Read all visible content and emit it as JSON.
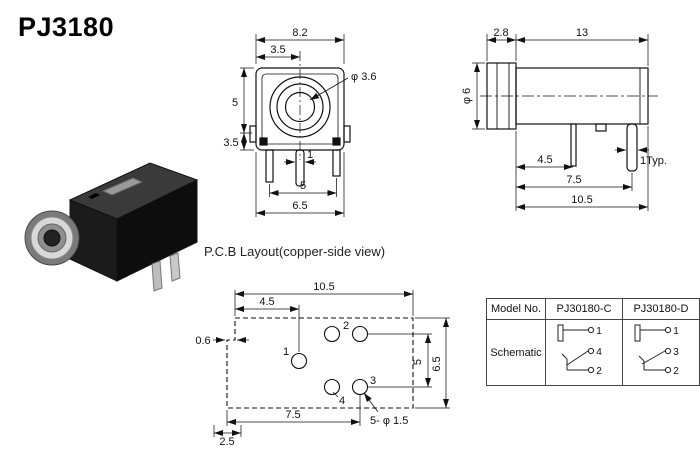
{
  "title": "PJ3180",
  "pcb_caption": "P.C.B Layout(copper-side view)",
  "front_view": {
    "dim_top_width": "8.2",
    "dim_top_half": "3.5",
    "dim_hole_dia": "φ 3.6",
    "dim_left_upper": "5",
    "dim_left_lower": "3.5",
    "dim_pin_width": "1",
    "dim_pin_span": "5",
    "dim_total_width": "6.5"
  },
  "side_view": {
    "dim_cap": "2.8",
    "dim_body_len": "13",
    "dim_dia": "φ 6",
    "dim_pin1": "4.5",
    "dim_pin2": "7.5",
    "dim_pin3": "10.5",
    "dim_pin_typ": "1Typ."
  },
  "pcb_layout": {
    "dim_top_width": "10.5",
    "dim_hole1_x": "4.5",
    "dim_notch": "0.6",
    "dim_height": "6.5",
    "dim_hole_pitch_v": "5",
    "dim_bottom_span": "7.5",
    "dim_notch_width": "2.5",
    "note_holes": "5- φ 1.5",
    "pad_labels": [
      "1",
      "2",
      "3",
      "4"
    ]
  },
  "table": {
    "headers": [
      "Model No.",
      "PJ30180-C",
      "PJ30180-D"
    ],
    "row_label": "Schematic",
    "schematic_c_pins": [
      "1",
      "4",
      "2"
    ],
    "schematic_d_pins": [
      "1",
      "3",
      "2"
    ]
  }
}
